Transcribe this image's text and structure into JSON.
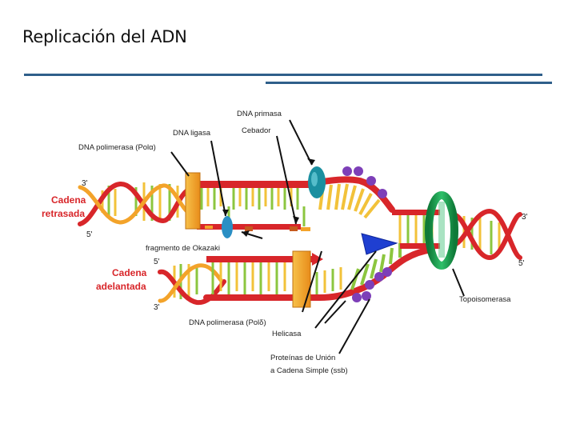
{
  "slide": {
    "title": "Replicación del  ADN"
  },
  "labels": {
    "dna_primasa": "DNA primasa",
    "cebador": "Cebador",
    "dna_ligasa": "DNA ligasa",
    "dna_polimerasa_1": "DNA polimerasa (Polα)",
    "cadena_retrasada_1": "Cadena",
    "cadena_retrasada_2": "retrasada",
    "cadena_adelantada_1": "Cadena",
    "cadena_adelantada_2": "adelantada",
    "fragmento_okazaki": "fragmento de Okazaki",
    "dna_polimerasa_2": "DNA polimerasa (Polδ)",
    "helicasa": "Helicasa",
    "proteinas_1": "Proteínas de Unión",
    "proteinas_2": "a Cadena Simple (ssb)",
    "topoisomerasa": "Topoisomerasa"
  },
  "ends": {
    "lag_3": "3'",
    "lag_5": "5'",
    "lead_5": "5'",
    "lead_3": "3'",
    "right_3": "3'",
    "right_5": "5'"
  },
  "colors": {
    "strand_red": "#d8262a",
    "strand_orange": "#f3a32a",
    "rung_green": "#8cc63f",
    "rung_yellow": "#f2c23a",
    "polymerase": "#f5a623",
    "helicase": "#1f3fd1",
    "topoisomerase": "#1b9a4a",
    "ssb": "#7d3fb8",
    "primase": "#1a8fa0",
    "ligase": "#2a8fc4"
  }
}
